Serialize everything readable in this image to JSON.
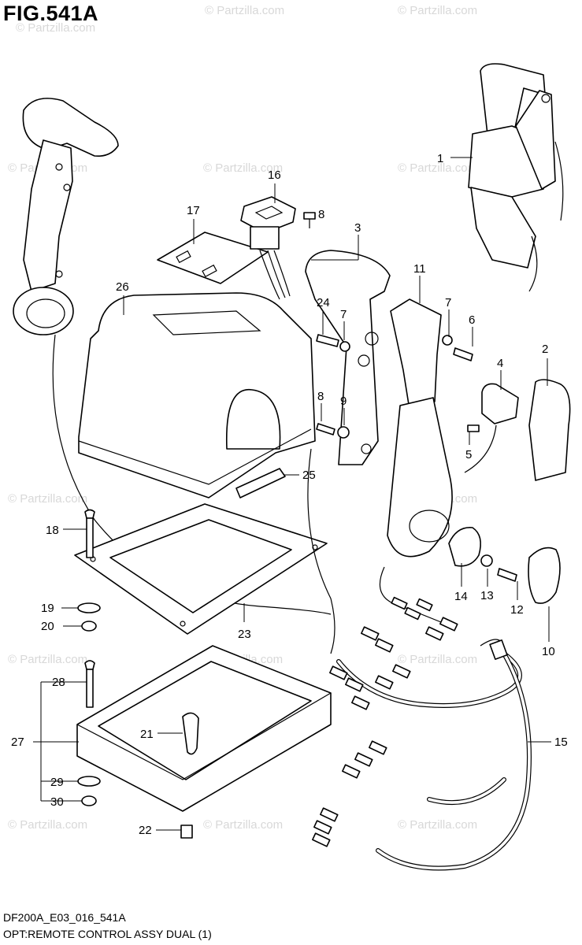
{
  "figure": {
    "title": "FIG.541A",
    "diagram_code": "DF200A_E03_016_541A",
    "assembly_name": "OPT:REMOTE CONTROL ASSY DUAL (1)"
  },
  "watermark": "© Partzilla.com",
  "callouts": [
    "1",
    "2",
    "3",
    "4",
    "5",
    "6",
    "7",
    "7",
    "8",
    "8",
    "9",
    "10",
    "11",
    "12",
    "13",
    "14",
    "15",
    "16",
    "17",
    "18",
    "19",
    "20",
    "21",
    "22",
    "23",
    "24",
    "25",
    "26",
    "27",
    "28",
    "29",
    "30"
  ]
}
